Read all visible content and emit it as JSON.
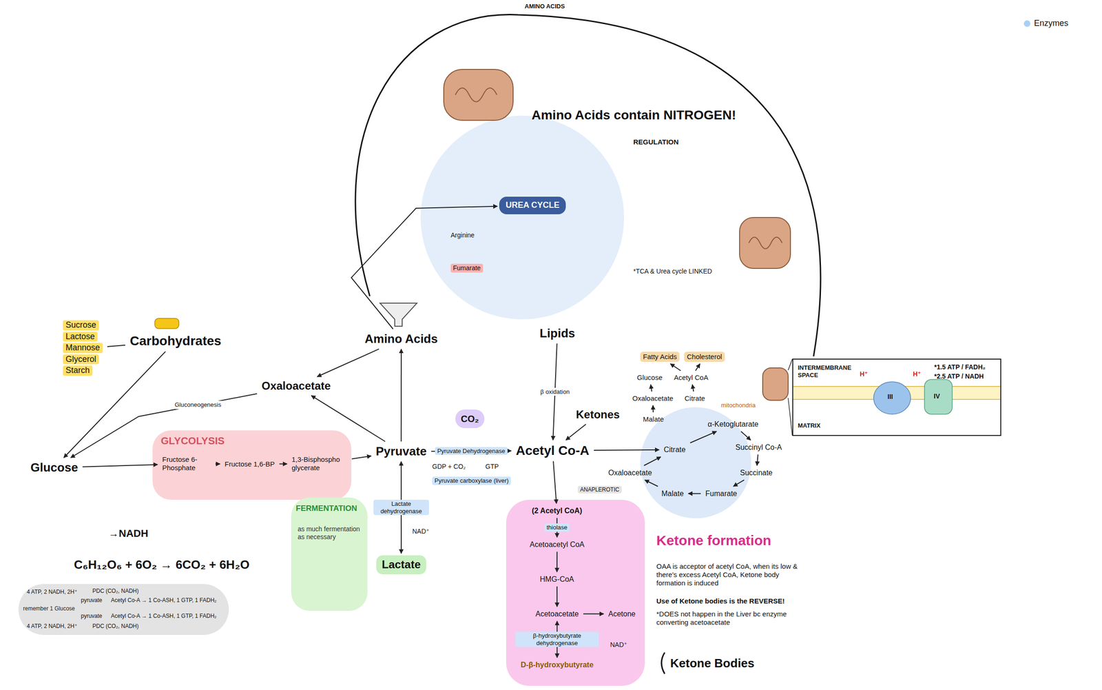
{
  "diagram": {
    "nodes": [
      {
        "text": [
          "Sucrose",
          "Lactose",
          "Mannose",
          "Glycerol",
          "Starch"
        ]
      },
      {
        "text": [
          "Carbohydrates"
        ]
      },
      {
        "text": [
          "Amino Acids"
        ]
      },
      {
        "text": [
          "Lipids"
        ]
      },
      {
        "text": [
          "Oxaloacetate"
        ]
      },
      {
        "text": [
          "Glucose"
        ]
      },
      {
        "text": [
          "GLYCOLYSIS"
        ]
      },
      {
        "text": [
          "Fructose 6-Phosphate"
        ],
        "in": 6
      },
      {
        "text": [
          "Fructose 1,6-BP"
        ],
        "in": 6
      },
      {
        "text": [
          "1,3-Bisphospho glycerate"
        ],
        "in": 6
      },
      {
        "text": [
          "Pyruvate"
        ]
      },
      {
        "text": [
          "CO₂"
        ]
      },
      {
        "text": [
          "Acetyl Co-A"
        ]
      },
      {
        "text": [
          "Ketones"
        ]
      },
      {
        "text": [
          "Lactate"
        ]
      },
      {
        "text": [
          "FERMENTATION",
          "as much fermentation as necessary"
        ]
      },
      {
        "text": [
          "Ketone formation"
        ]
      },
      {
        "text": [
          "(2 Acetyl CoA)"
        ],
        "in": 16
      },
      {
        "text": [
          "Acetoacetyl CoA"
        ],
        "in": 16
      },
      {
        "text": [
          "HMG-CoA"
        ],
        "in": 16
      },
      {
        "text": [
          "Acetoacetate"
        ],
        "in": 16
      },
      {
        "text": [
          "Acetone"
        ],
        "in": 16
      },
      {
        "text": [
          "D-β-hydroxybutyrate"
        ],
        "in": 16
      },
      {
        "text": [
          "Fatty Acids"
        ]
      },
      {
        "text": [
          "Cholesterol"
        ]
      },
      {
        "text": [
          "Glucose"
        ]
      },
      {
        "text": [
          "Acetyl CoA"
        ]
      },
      {
        "text": [
          "Oxaloacetate"
        ]
      },
      {
        "text": [
          "Citrate"
        ]
      },
      {
        "text": [
          "Malate"
        ]
      },
      {
        "text": [
          "Citrate"
        ]
      },
      {
        "text": [
          "α-Ketoglutarate"
        ]
      },
      {
        "text": [
          "Succinyl Co-A"
        ]
      },
      {
        "text": [
          "Succinate"
        ]
      },
      {
        "text": [
          "Fumarate"
        ]
      },
      {
        "text": [
          "Malate"
        ]
      },
      {
        "text": [
          "Oxaloacetate"
        ]
      },
      {
        "text": [
          "UREA CYCLE"
        ]
      },
      {
        "text": [
          "INTERMEMBRANE SPACE",
          "MATRIX",
          "*1.5 ATP / FADH₂",
          "*2.5 ATP / NADH"
        ]
      },
      {
        "text": [
          "4 ATP, 2 NADH, 2H⁺",
          "remember 1 Glucose",
          "4 ATP, 2 NADH, 2H⁺",
          "PDC (CO₂, NADH)",
          "pyruvate",
          "Acetyl Co-A → 1 Co-ASH, 1 GTP, 1 FADH₂",
          "pyruvate",
          "Acetyl Co-A → 1 Co-ASH, 1 GTP, 1 FADH₂",
          "PDC (CO₂, NADH)"
        ]
      }
    ],
    "edges": [
      {
        "from": 0,
        "to": 1,
        "arrow": "none"
      },
      {
        "from": 1,
        "to": 5,
        "arrow": "to"
      },
      {
        "from": 5,
        "to": 7,
        "arrow": "to"
      },
      {
        "from": 7,
        "to": 8,
        "arrow": "to"
      },
      {
        "from": 8,
        "to": 9,
        "arrow": "to"
      },
      {
        "from": 9,
        "to": 10,
        "arrow": "to"
      },
      {
        "from": 10,
        "to": 12,
        "label": "Pyruvate Dehydrogenase",
        "arrow": "to"
      },
      {
        "from": 10,
        "to": 14,
        "label": "Lactate dehydrogenase",
        "arrow": "both"
      },
      {
        "from": 10,
        "to": 2,
        "arrow": "to"
      },
      {
        "from": 2,
        "to": 4,
        "arrow": "to"
      },
      {
        "from": 10,
        "to": 4,
        "arrow": "to"
      },
      {
        "from": 4,
        "to": 5,
        "label": "Gluconeogenesis",
        "arrow": "to"
      },
      {
        "from": 3,
        "to": 12,
        "label": "β oxidation",
        "arrow": "to"
      },
      {
        "from": 13,
        "to": 12,
        "arrow": "to"
      },
      {
        "from": 12,
        "to": 17,
        "arrow": "to"
      },
      {
        "from": 17,
        "to": 18,
        "label": "thiolase",
        "arrow": "to"
      },
      {
        "from": 18,
        "to": 19,
        "arrow": "to"
      },
      {
        "from": 19,
        "to": 20,
        "arrow": "to"
      },
      {
        "from": 20,
        "to": 21,
        "arrow": "to"
      },
      {
        "from": 20,
        "to": 22,
        "label": "β-hydroxybutyrate dehydrogenase",
        "arrow": "both"
      },
      {
        "from": 28,
        "to": 26,
        "arrow": "to"
      },
      {
        "from": 26,
        "to": 23,
        "arrow": "to"
      },
      {
        "from": 26,
        "to": 24,
        "arrow": "to"
      },
      {
        "from": 27,
        "to": 25,
        "arrow": "to"
      },
      {
        "from": 29,
        "to": 27,
        "arrow": "to"
      },
      {
        "from": 12,
        "to": 30,
        "arrow": "to"
      },
      {
        "from": 30,
        "to": 31,
        "arrow": "to"
      },
      {
        "from": 31,
        "to": 32,
        "arrow": "to"
      },
      {
        "from": 32,
        "to": 33,
        "arrow": "to"
      },
      {
        "from": 33,
        "to": 34,
        "arrow": "to"
      },
      {
        "from": 34,
        "to": 35,
        "arrow": "to"
      },
      {
        "from": 35,
        "to": 36,
        "arrow": "to"
      },
      {
        "from": 36,
        "to": 30,
        "arrow": "to"
      },
      {
        "from": 2,
        "to": 37,
        "arrow": "to"
      }
    ],
    "labels": [
      "AMINO ACIDS",
      "Amino Acids contain NITROGEN!",
      "REGULATION",
      "Arginine",
      "Fumarate",
      "*TCA & Urea cycle LINKED",
      "NAD⁺",
      "GDP + CO₂",
      "GTP",
      "Pyruvate carboxylase (liver)",
      "ANAPLEROTIC",
      "mitochondria",
      "OAA is acceptor of acetyl CoA, when its low & there's excess Acetyl CoA, Ketone body formation is induced",
      "Use of Ketone bodies is the REVERSE!",
      "*DOES not happen in the Liver bc enzyme converting acetoacetate",
      "Ketone Bodies",
      "C₆H₁₂O₆ + 6O₂ → 6CO₂ + 6H₂O",
      "→NADH",
      "H⁺",
      "H⁺",
      "III",
      "IV",
      "NAD⁺"
    ],
    "legend": [
      {
        "text": "Enzymes",
        "color": "#a8d0f5"
      }
    ]
  }
}
